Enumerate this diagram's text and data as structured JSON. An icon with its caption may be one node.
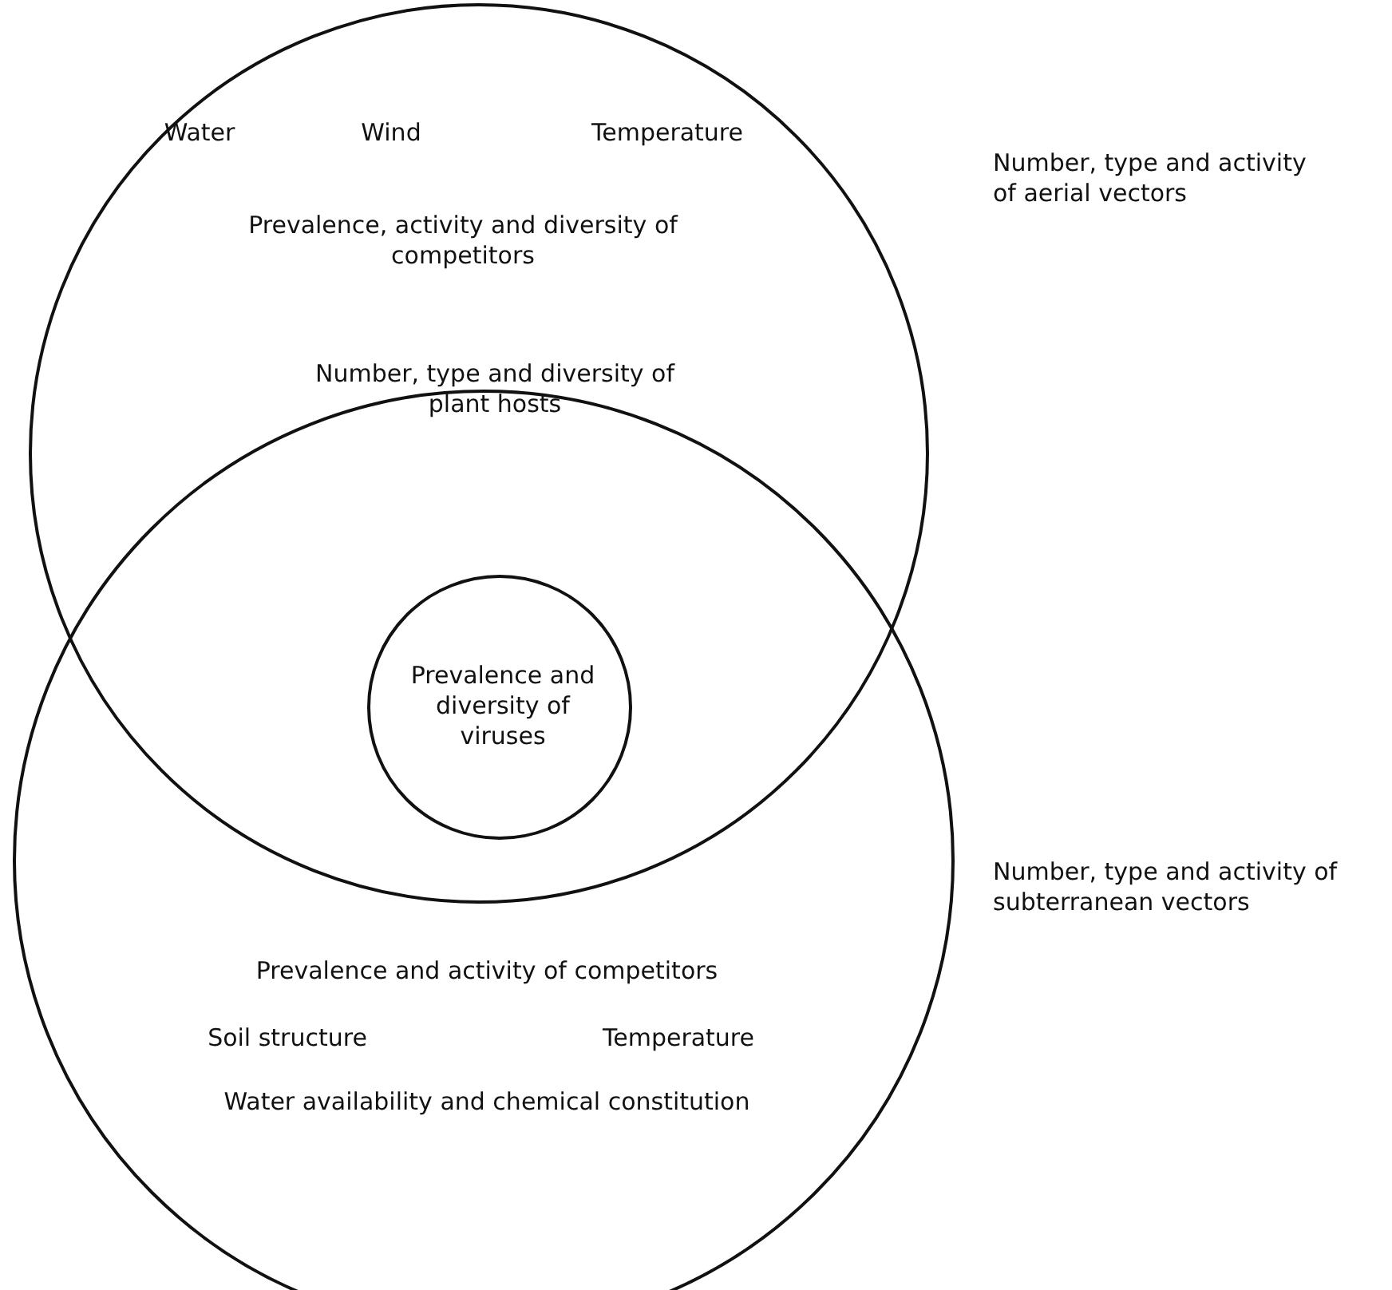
{
  "diagram": {
    "nodes": [
      {
        "text": [
          "Water",
          "Wind",
          "Temperature",
          "Prevalence, activity and diversity of competitors"
        ],
        "beside": [
          "Number, type and activity of aerial vectors"
        ]
      },
      {
        "text": [
          "Prevalence and activity of competitors",
          "Soil structure",
          "Temperature",
          "Water availability and chemical constitution"
        ],
        "beside": [
          "Number, type and activity of subterranean vectors"
        ]
      },
      {
        "text": [
          "Prevalence and diversity of viruses"
        ]
      }
    ],
    "labels": [
      "Number, type and diversity of plant hosts"
    ]
  }
}
